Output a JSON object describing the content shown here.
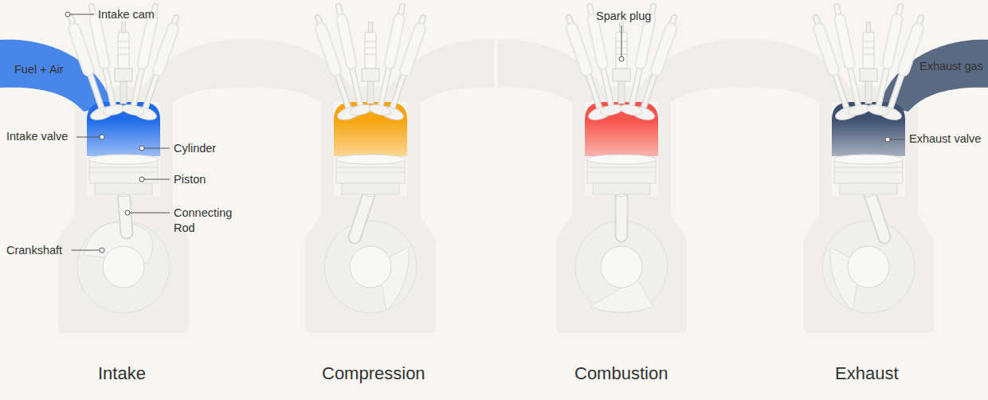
{
  "diagram": {
    "labels": [
      "Intake cam",
      "Fuel + Air",
      "Intake valve",
      "Cylinder",
      "Piston",
      "Connecting Rod",
      "Crankshaft",
      "Spark plug",
      "Exhaust gas",
      "Exhaust valve",
      "Intake",
      "Compression",
      "Combustion",
      "Exhaust"
    ]
  }
}
